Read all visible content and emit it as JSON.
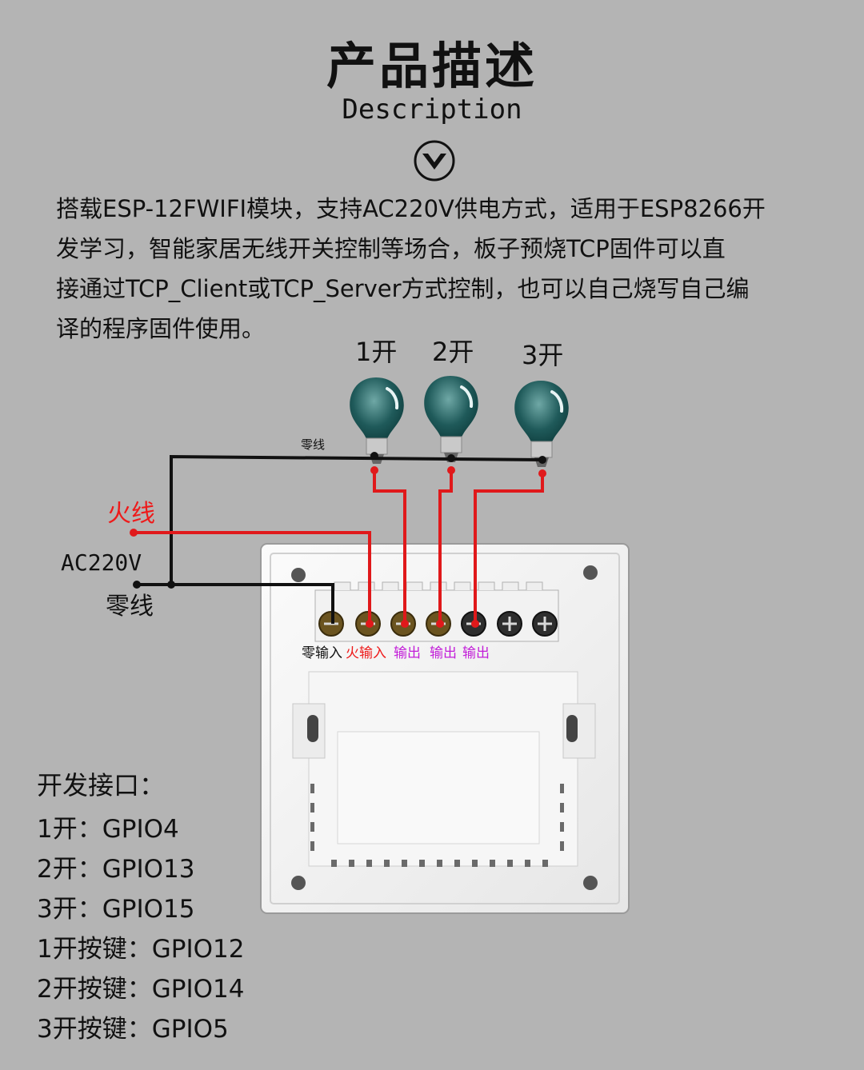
{
  "header": {
    "title": "产品描述",
    "subtitle": "Description"
  },
  "description": {
    "lines": [
      "搭载ESP-12FWIFI模块，支持AC220V供电方式，适用于ESP8266开",
      "发学习，智能家居无线开关控制等场合，板子预烧TCP固件可以直",
      "接通过TCP_Client或TCP_Server方式控制，也可以自己烧写自己编",
      "译的程序固件使用。"
    ]
  },
  "diagram": {
    "bulbs": [
      {
        "label": "1开"
      },
      {
        "label": "2开"
      },
      {
        "label": "3开"
      }
    ],
    "neutral_top_label": "零线",
    "live_label": "火线",
    "power_label": "AC220V",
    "neutral_label": "零线",
    "terminals": [
      {
        "label": "零输入",
        "color": "#111111"
      },
      {
        "label": "火输入",
        "color": "#ee1a1a"
      },
      {
        "label": "输出",
        "color": "#c21ed8"
      },
      {
        "label": "输出",
        "color": "#c21ed8"
      },
      {
        "label": "输出",
        "color": "#c21ed8"
      }
    ],
    "wire_colors": {
      "live": "#e0191b",
      "neutral": "#111111"
    }
  },
  "dev_interface": {
    "title": "开发接口：",
    "items": [
      "1开：GPIO4",
      "2开：GPIO13",
      "3开：GPIO15",
      "1开按键：GPIO12",
      "2开按键：GPIO14",
      "3开按键：GPIO5"
    ]
  },
  "icons": {
    "down_arrow": "chevron-down-circle-icon",
    "bulb": "light-bulb-icon"
  }
}
